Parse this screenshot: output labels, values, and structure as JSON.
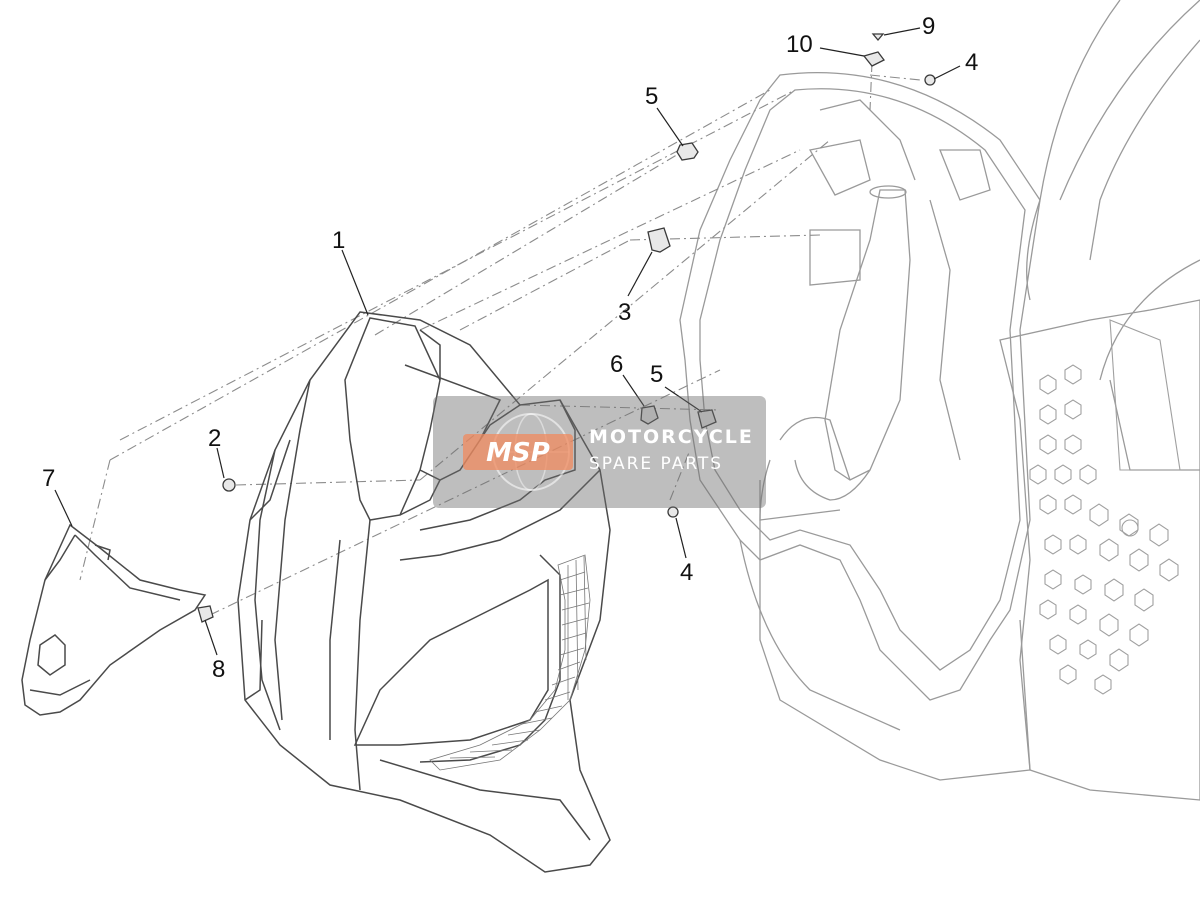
{
  "callouts": {
    "part_1": "1",
    "part_2": "2",
    "part_3": "3",
    "part_4_top": "4",
    "part_4_bottom": "4",
    "part_5_top": "5",
    "part_5_mid": "5",
    "part_6": "6",
    "part_7": "7",
    "part_8": "8",
    "part_9": "9",
    "part_10": "10"
  },
  "watermark": {
    "logo": "MSP",
    "line1": "MOTORCYCLE",
    "line2": "SPARE PARTS"
  },
  "colors": {
    "outline": "#4a4a4a",
    "frame_outline": "#9a9a9a",
    "dash": "#8c8c8c",
    "callout_text": "#111111",
    "watermark_band": "#6e6e6e",
    "watermark_logo": "#f08a5d"
  }
}
